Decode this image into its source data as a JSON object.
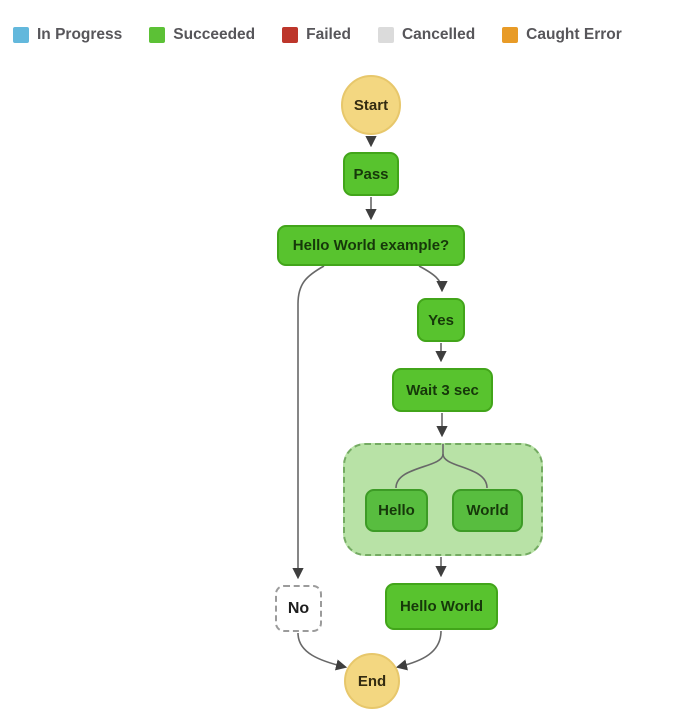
{
  "legend": {
    "items": [
      {
        "label": "In Progress",
        "color": "#63b8dc"
      },
      {
        "label": "Succeeded",
        "color": "#5cc136"
      },
      {
        "label": "Failed",
        "color": "#bd362b"
      },
      {
        "label": "Cancelled",
        "color": "#dbdbdb"
      },
      {
        "label": "Caught Error",
        "color": "#e89b27"
      }
    ]
  },
  "workflow": {
    "nodes": [
      {
        "id": "start",
        "label": "Start",
        "status": "terminal"
      },
      {
        "id": "pass",
        "label": "Pass",
        "status": "succeeded"
      },
      {
        "id": "choice",
        "label": "Hello World example?",
        "status": "succeeded"
      },
      {
        "id": "yes",
        "label": "Yes",
        "status": "succeeded"
      },
      {
        "id": "wait",
        "label": "Wait 3 sec",
        "status": "succeeded"
      },
      {
        "id": "hello",
        "label": "Hello",
        "status": "succeeded"
      },
      {
        "id": "world",
        "label": "World",
        "status": "succeeded"
      },
      {
        "id": "no",
        "label": "No",
        "status": "not-run"
      },
      {
        "id": "hello-world",
        "label": "Hello World",
        "status": "succeeded"
      },
      {
        "id": "end",
        "label": "End",
        "status": "terminal"
      }
    ],
    "colors": {
      "succeeded": "#58c32e",
      "succeeded_inner": "#58bd3f",
      "parallel_fill": "#b8e2a6",
      "terminal": "#f3d781",
      "not_run": "#ffffff"
    }
  }
}
